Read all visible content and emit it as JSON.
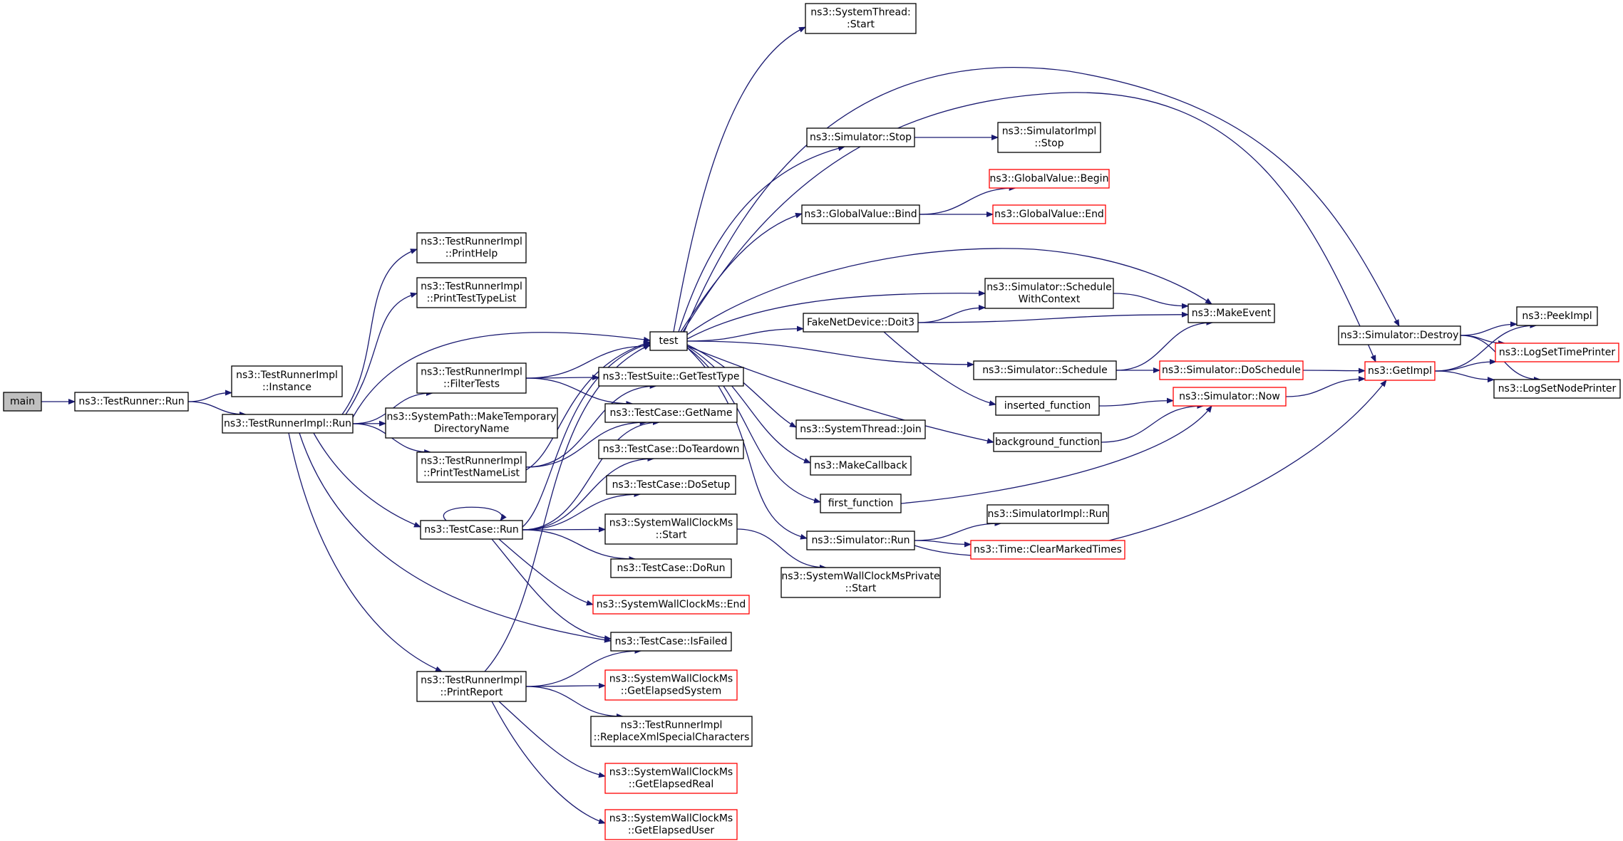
{
  "edge_color": "#191970",
  "node_border": "#000000",
  "node_border_highlight": "#ff0000",
  "root_fill": "#bfbfbf",
  "nodes": [
    {
      "id": "main",
      "lines": [
        "main"
      ],
      "root": true
    },
    {
      "id": "runner_run",
      "lines": [
        "ns3::TestRunner::Run"
      ]
    },
    {
      "id": "instance",
      "lines": [
        "ns3::TestRunnerImpl",
        "::Instance"
      ]
    },
    {
      "id": "impl_run",
      "lines": [
        "ns3::TestRunnerImpl::Run"
      ]
    },
    {
      "id": "print_help",
      "lines": [
        "ns3::TestRunnerImpl",
        "::PrintHelp"
      ]
    },
    {
      "id": "print_type_list",
      "lines": [
        "ns3::TestRunnerImpl",
        "::PrintTestTypeList"
      ]
    },
    {
      "id": "filter_tests",
      "lines": [
        "ns3::TestRunnerImpl",
        "::FilterTests"
      ]
    },
    {
      "id": "make_temp_dir",
      "lines": [
        "ns3::SystemPath::MakeTemporary",
        "DirectoryName"
      ]
    },
    {
      "id": "print_name_list",
      "lines": [
        "ns3::TestRunnerImpl",
        "::PrintTestNameList"
      ]
    },
    {
      "id": "testcase_run",
      "lines": [
        "ns3::TestCase::Run"
      ]
    },
    {
      "id": "print_report",
      "lines": [
        "ns3::TestRunnerImpl",
        "::PrintReport"
      ]
    },
    {
      "id": "test",
      "lines": [
        "test"
      ]
    },
    {
      "id": "get_test_type",
      "lines": [
        "ns3::TestSuite::GetTestType"
      ]
    },
    {
      "id": "get_name",
      "lines": [
        "ns3::TestCase::GetName"
      ]
    },
    {
      "id": "do_teardown",
      "lines": [
        "ns3::TestCase::DoTeardown"
      ]
    },
    {
      "id": "do_setup",
      "lines": [
        "ns3::TestCase::DoSetup"
      ]
    },
    {
      "id": "swc_start",
      "lines": [
        "ns3::SystemWallClockMs",
        "::Start"
      ]
    },
    {
      "id": "do_run",
      "lines": [
        "ns3::TestCase::DoRun"
      ]
    },
    {
      "id": "swc_end",
      "lines": [
        "ns3::SystemWallClockMs::End"
      ],
      "highlight": true
    },
    {
      "id": "is_failed",
      "lines": [
        "ns3::TestCase::IsFailed"
      ]
    },
    {
      "id": "get_elapsed_system",
      "lines": [
        "ns3::SystemWallClockMs",
        "::GetElapsedSystem"
      ],
      "highlight": true
    },
    {
      "id": "replace_xml",
      "lines": [
        "ns3::TestRunnerImpl",
        "::ReplaceXmlSpecialCharacters"
      ]
    },
    {
      "id": "get_elapsed_real",
      "lines": [
        "ns3::SystemWallClockMs",
        "::GetElapsedReal"
      ],
      "highlight": true
    },
    {
      "id": "get_elapsed_user",
      "lines": [
        "ns3::SystemWallClockMs",
        "::GetElapsedUser"
      ],
      "highlight": true
    },
    {
      "id": "systhread_start",
      "lines": [
        "ns3::SystemThread:",
        ":Start"
      ]
    },
    {
      "id": "sim_stop",
      "lines": [
        "ns3::Simulator::Stop"
      ]
    },
    {
      "id": "gv_bind",
      "lines": [
        "ns3::GlobalValue::Bind"
      ]
    },
    {
      "id": "doit3",
      "lines": [
        "FakeNetDevice::Doit3"
      ]
    },
    {
      "id": "systhread_join",
      "lines": [
        "ns3::SystemThread::Join"
      ]
    },
    {
      "id": "make_callback",
      "lines": [
        "ns3::MakeCallback"
      ]
    },
    {
      "id": "first_function",
      "lines": [
        "first_function"
      ]
    },
    {
      "id": "sim_run",
      "lines": [
        "ns3::Simulator::Run"
      ]
    },
    {
      "id": "swcp_start",
      "lines": [
        "ns3::SystemWallClockMsPrivate",
        "::Start"
      ]
    },
    {
      "id": "simimpl_stop",
      "lines": [
        "ns3::SimulatorImpl",
        "::Stop"
      ]
    },
    {
      "id": "gv_begin",
      "lines": [
        "ns3::GlobalValue::Begin"
      ],
      "highlight": true
    },
    {
      "id": "gv_end",
      "lines": [
        "ns3::GlobalValue::End"
      ],
      "highlight": true
    },
    {
      "id": "schedule_ctx",
      "lines": [
        "ns3::Simulator::Schedule",
        "WithContext"
      ]
    },
    {
      "id": "sim_schedule",
      "lines": [
        "ns3::Simulator::Schedule"
      ]
    },
    {
      "id": "inserted_function",
      "lines": [
        "inserted_function"
      ]
    },
    {
      "id": "background_function",
      "lines": [
        "background_function"
      ]
    },
    {
      "id": "simimpl_run",
      "lines": [
        "ns3::SimulatorImpl::Run"
      ]
    },
    {
      "id": "clear_marked_times",
      "lines": [
        "ns3::Time::ClearMarkedTimes"
      ],
      "highlight": true
    },
    {
      "id": "make_event",
      "lines": [
        "ns3::MakeEvent"
      ]
    },
    {
      "id": "do_schedule",
      "lines": [
        "ns3::Simulator::DoSchedule"
      ],
      "highlight": true
    },
    {
      "id": "sim_now",
      "lines": [
        "ns3::Simulator::Now"
      ],
      "highlight": true
    },
    {
      "id": "sim_destroy",
      "lines": [
        "ns3::Simulator::Destroy"
      ]
    },
    {
      "id": "get_impl",
      "lines": [
        "ns3::GetImpl"
      ],
      "highlight": true
    },
    {
      "id": "peek_impl",
      "lines": [
        "ns3::PeekImpl"
      ]
    },
    {
      "id": "log_set_time",
      "lines": [
        "ns3::LogSetTimePrinter"
      ],
      "highlight": true
    },
    {
      "id": "log_set_node",
      "lines": [
        "ns3::LogSetNodePrinter"
      ]
    }
  ],
  "edges": [
    [
      "main",
      "runner_run"
    ],
    [
      "runner_run",
      "instance"
    ],
    [
      "runner_run",
      "impl_run"
    ],
    [
      "impl_run",
      "print_help"
    ],
    [
      "impl_run",
      "print_type_list"
    ],
    [
      "impl_run",
      "test"
    ],
    [
      "impl_run",
      "filter_tests"
    ],
    [
      "impl_run",
      "make_temp_dir"
    ],
    [
      "impl_run",
      "print_name_list"
    ],
    [
      "impl_run",
      "testcase_run"
    ],
    [
      "impl_run",
      "is_failed"
    ],
    [
      "impl_run",
      "print_report"
    ],
    [
      "filter_tests",
      "test"
    ],
    [
      "filter_tests",
      "get_test_type"
    ],
    [
      "filter_tests",
      "get_name"
    ],
    [
      "print_name_list",
      "test"
    ],
    [
      "print_name_list",
      "get_test_type"
    ],
    [
      "print_name_list",
      "get_name"
    ],
    [
      "testcase_run",
      "testcase_run"
    ],
    [
      "testcase_run",
      "test"
    ],
    [
      "testcase_run",
      "get_name"
    ],
    [
      "testcase_run",
      "do_teardown"
    ],
    [
      "testcase_run",
      "do_setup"
    ],
    [
      "testcase_run",
      "swc_start"
    ],
    [
      "testcase_run",
      "do_run"
    ],
    [
      "testcase_run",
      "swc_end"
    ],
    [
      "testcase_run",
      "is_failed"
    ],
    [
      "print_report",
      "test"
    ],
    [
      "print_report",
      "is_failed"
    ],
    [
      "print_report",
      "get_elapsed_system"
    ],
    [
      "print_report",
      "replace_xml"
    ],
    [
      "print_report",
      "get_elapsed_real"
    ],
    [
      "print_report",
      "get_elapsed_user"
    ],
    [
      "swc_start",
      "swcp_start"
    ],
    [
      "test",
      "systhread_start"
    ],
    [
      "test",
      "sim_destroy"
    ],
    [
      "test",
      "get_impl"
    ],
    [
      "test",
      "sim_stop"
    ],
    [
      "test",
      "gv_bind"
    ],
    [
      "test",
      "make_event"
    ],
    [
      "test",
      "schedule_ctx"
    ],
    [
      "test",
      "doit3"
    ],
    [
      "test",
      "sim_schedule"
    ],
    [
      "test",
      "background_function"
    ],
    [
      "test",
      "systhread_join"
    ],
    [
      "test",
      "make_callback"
    ],
    [
      "test",
      "first_function"
    ],
    [
      "test",
      "sim_run"
    ],
    [
      "sim_stop",
      "simimpl_stop"
    ],
    [
      "gv_bind",
      "gv_begin"
    ],
    [
      "gv_bind",
      "gv_end"
    ],
    [
      "doit3",
      "schedule_ctx"
    ],
    [
      "doit3",
      "make_event"
    ],
    [
      "doit3",
      "inserted_function"
    ],
    [
      "schedule_ctx",
      "make_event"
    ],
    [
      "sim_schedule",
      "make_event"
    ],
    [
      "sim_schedule",
      "do_schedule"
    ],
    [
      "inserted_function",
      "sim_now"
    ],
    [
      "background_function",
      "sim_now"
    ],
    [
      "first_function",
      "sim_now"
    ],
    [
      "sim_run",
      "simimpl_run"
    ],
    [
      "sim_run",
      "clear_marked_times"
    ],
    [
      "sim_run",
      "get_impl"
    ],
    [
      "do_schedule",
      "get_impl"
    ],
    [
      "sim_now",
      "get_impl"
    ],
    [
      "sim_destroy",
      "peek_impl"
    ],
    [
      "sim_destroy",
      "log_set_time"
    ],
    [
      "sim_destroy",
      "log_set_node"
    ],
    [
      "get_impl",
      "peek_impl"
    ],
    [
      "get_impl",
      "log_set_time"
    ],
    [
      "get_impl",
      "log_set_node"
    ]
  ]
}
